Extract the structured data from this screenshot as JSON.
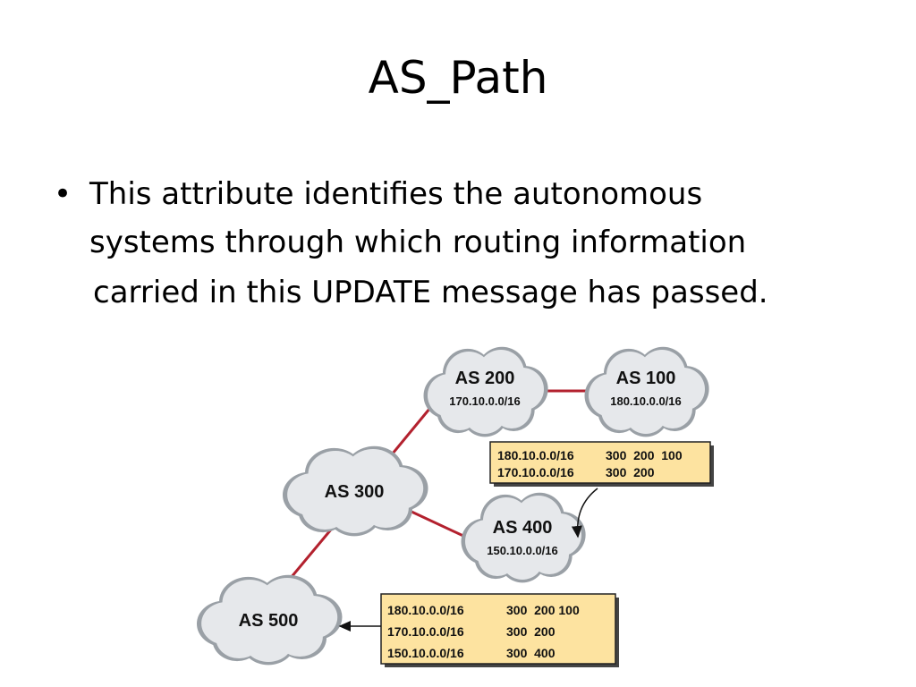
{
  "slide": {
    "title": "AS_Path",
    "bullet": {
      "symbol": "•",
      "lines": [
        "This attribute identifies the autonomous",
        "systems through which routing information",
        "carried in this UPDATE message has passed."
      ]
    }
  },
  "diagram": {
    "nodes": {
      "as200": {
        "name": "AS 200",
        "network": "170.10.0.0/16"
      },
      "as100": {
        "name": "AS 100",
        "network": "180.10.0.0/16"
      },
      "as300": {
        "name": "AS 300"
      },
      "as400": {
        "name": "AS 400",
        "network": "150.10.0.0/16"
      },
      "as500": {
        "name": "AS 500"
      }
    },
    "table_as400": {
      "rows": [
        {
          "prefix": "180.10.0.0/16",
          "path": "300  200  100"
        },
        {
          "prefix": "170.10.0.0/16",
          "path": "300  200"
        }
      ]
    },
    "table_as500": {
      "rows": [
        {
          "prefix": "180.10.0.0/16",
          "path": "300  200 100"
        },
        {
          "prefix": "170.10.0.0/16",
          "path": "300  200"
        },
        {
          "prefix": "150.10.0.0/16",
          "path": "300  400"
        }
      ]
    },
    "colors": {
      "cloud_fill": "#e6e8eb",
      "cloud_stroke": "#9aa0a6",
      "link": "#b3212e",
      "table_fill": "#fde3a0",
      "table_border": "#222222"
    }
  }
}
